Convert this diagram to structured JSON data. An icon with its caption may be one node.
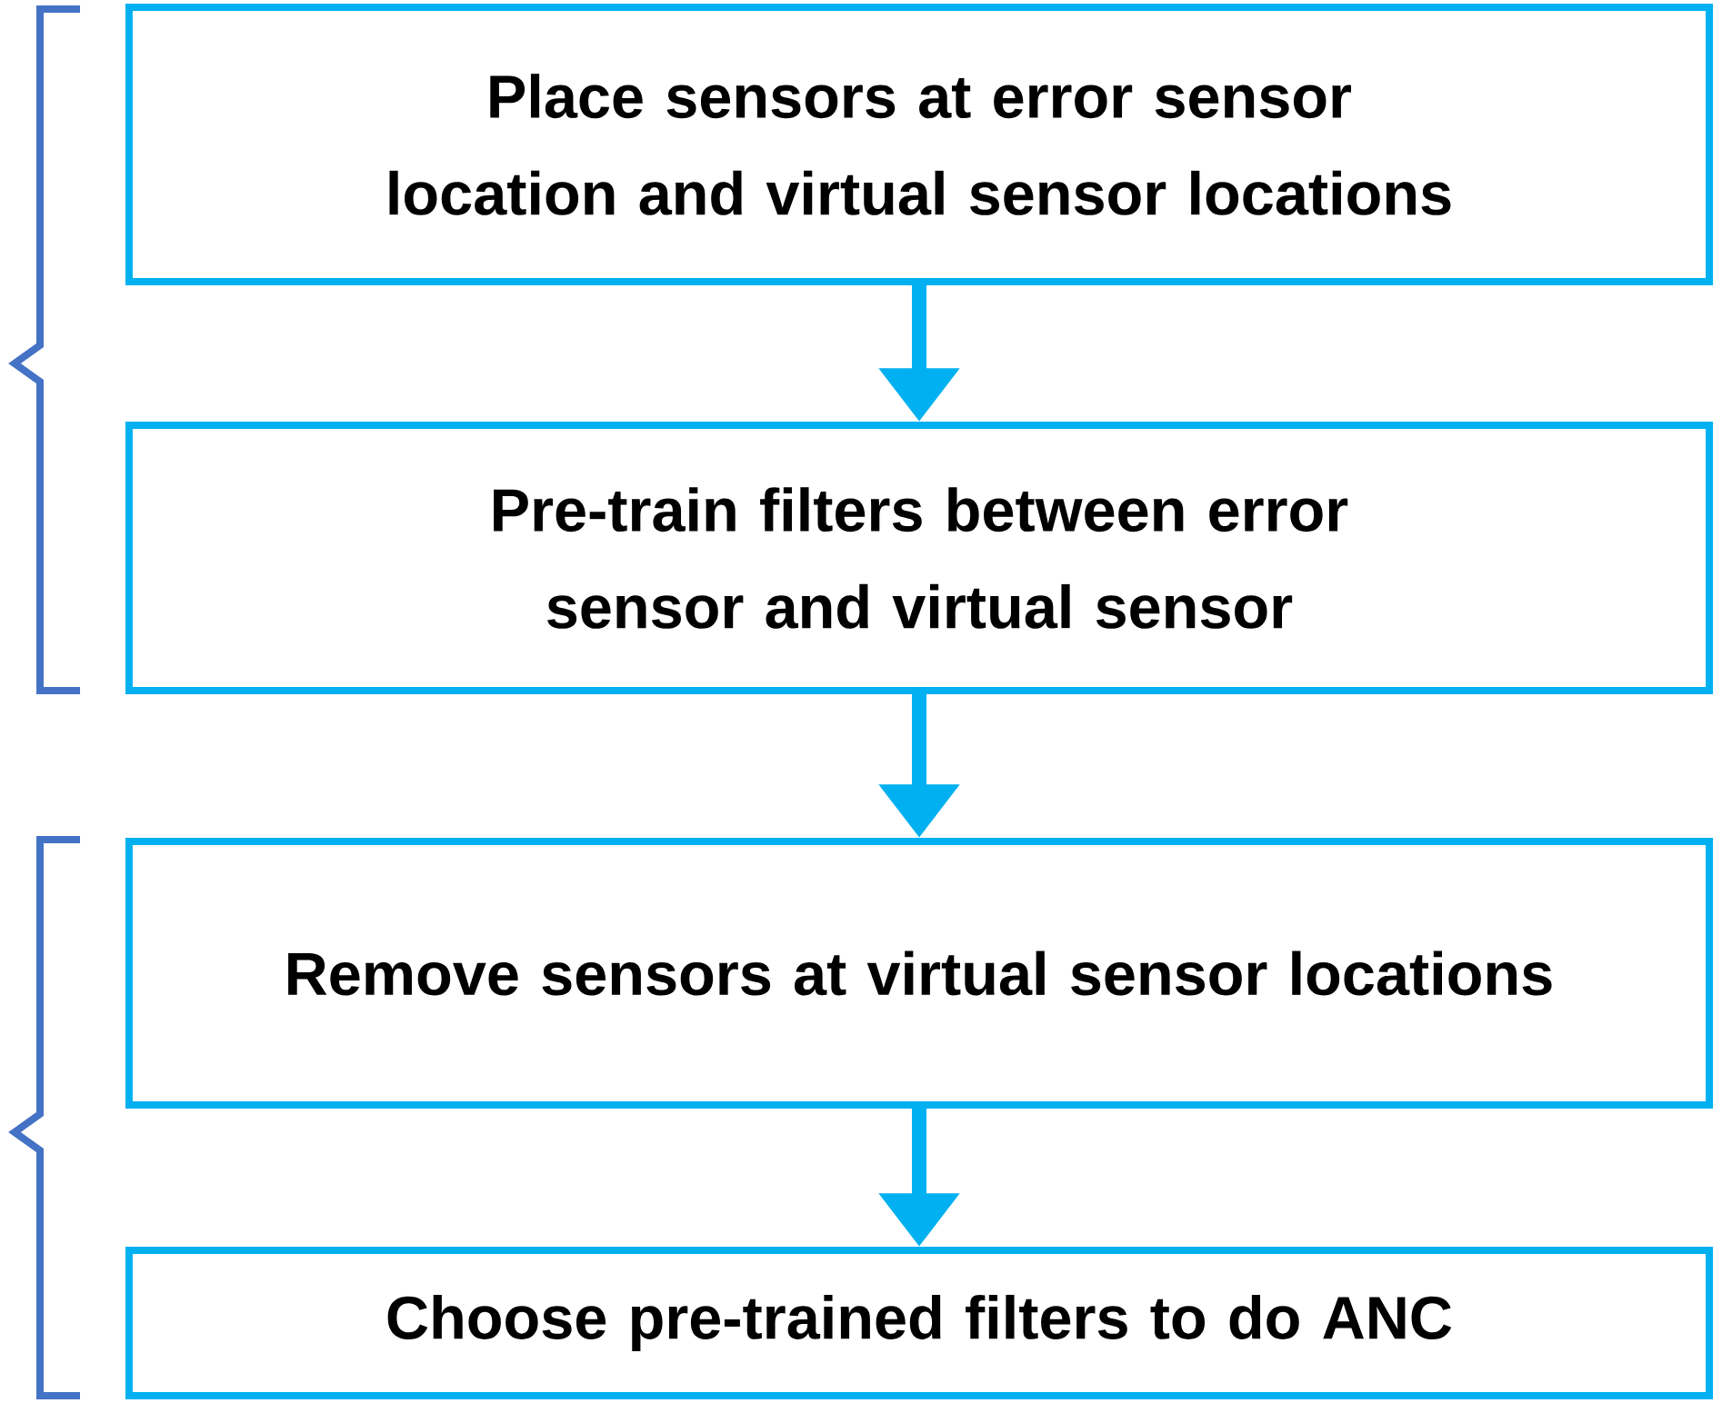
{
  "diagram": {
    "nodes": [
      {
        "text": [
          "Place sensors at error sensor location and virtual sensor locations"
        ]
      },
      {
        "text": [
          "Pre-train filters between error sensor and virtual sensor"
        ]
      },
      {
        "text": [
          "Remove sensors at virtual sensor locations"
        ]
      },
      {
        "text": [
          "Choose pre-trained filters to do ANC"
        ]
      }
    ],
    "edges": [
      {
        "from": 0,
        "to": 1,
        "arrow": "to"
      },
      {
        "from": 1,
        "to": 2,
        "arrow": "to"
      },
      {
        "from": 2,
        "to": 3,
        "arrow": "to"
      }
    ]
  }
}
